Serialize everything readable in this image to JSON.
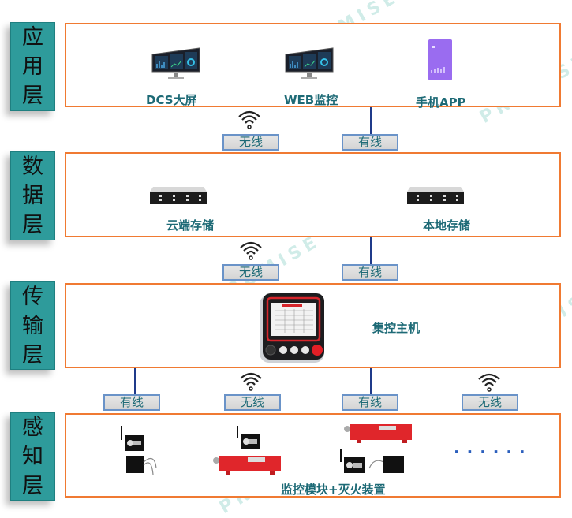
{
  "layers": [
    {
      "label_chars": [
        "应",
        "用",
        "层"
      ],
      "name": "应用层"
    },
    {
      "label_chars": [
        "数",
        "据",
        "层"
      ],
      "name": "数据层"
    },
    {
      "label_chars": [
        "传",
        "输",
        "层"
      ],
      "name": "传输层"
    },
    {
      "label_chars": [
        "感",
        "知",
        "层"
      ],
      "name": "感知层"
    }
  ],
  "application": {
    "items": [
      {
        "label": "DCS大屏",
        "icon": "monitor-icon"
      },
      {
        "label": "WEB监控",
        "icon": "monitor-icon"
      },
      {
        "label": "手机APP",
        "icon": "phone-icon"
      }
    ]
  },
  "data_layer": {
    "items": [
      {
        "label": "云端存储",
        "icon": "server-icon"
      },
      {
        "label": "本地存储",
        "icon": "server-icon"
      }
    ]
  },
  "transport": {
    "items": [
      {
        "label": "集控主机",
        "icon": "controller-icon"
      }
    ]
  },
  "perception": {
    "label": "监控模块+灭火装置",
    "more": "......"
  },
  "connections": {
    "app_data": [
      {
        "label": "无线",
        "type": "wireless"
      },
      {
        "label": "有线",
        "type": "wired"
      }
    ],
    "data_transport": [
      {
        "label": "无线",
        "type": "wireless"
      },
      {
        "label": "有线",
        "type": "wired"
      }
    ],
    "transport_perception": [
      {
        "label": "有线",
        "type": "wired"
      },
      {
        "label": "无线",
        "type": "wireless"
      },
      {
        "label": "有线",
        "type": "wired"
      },
      {
        "label": "无线",
        "type": "wireless"
      }
    ]
  },
  "watermark": "PROMISE",
  "colors": {
    "layer_label_bg": "#2e9b9b",
    "box_border": "#f07a32",
    "text_teal": "#1d6a76",
    "connector_border": "#6a93c8",
    "wire": "#1f3a8a"
  }
}
